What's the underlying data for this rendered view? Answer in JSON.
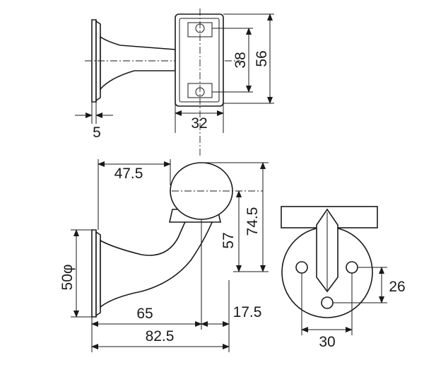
{
  "drawing": {
    "dimensions": {
      "top_view_width": "32",
      "top_view_height_outer": "56",
      "top_view_height_inner": "38",
      "plate_thickness": "5",
      "offset_to_center": "47.5",
      "total_height": "74.5",
      "arm_height": "57",
      "plate_diameter": "50φ",
      "projection": "65",
      "ball_radius_extension": "17.5",
      "total_projection": "82.5",
      "hole_vertical_spacing": "26",
      "hole_horizontal_spacing": "30"
    }
  }
}
